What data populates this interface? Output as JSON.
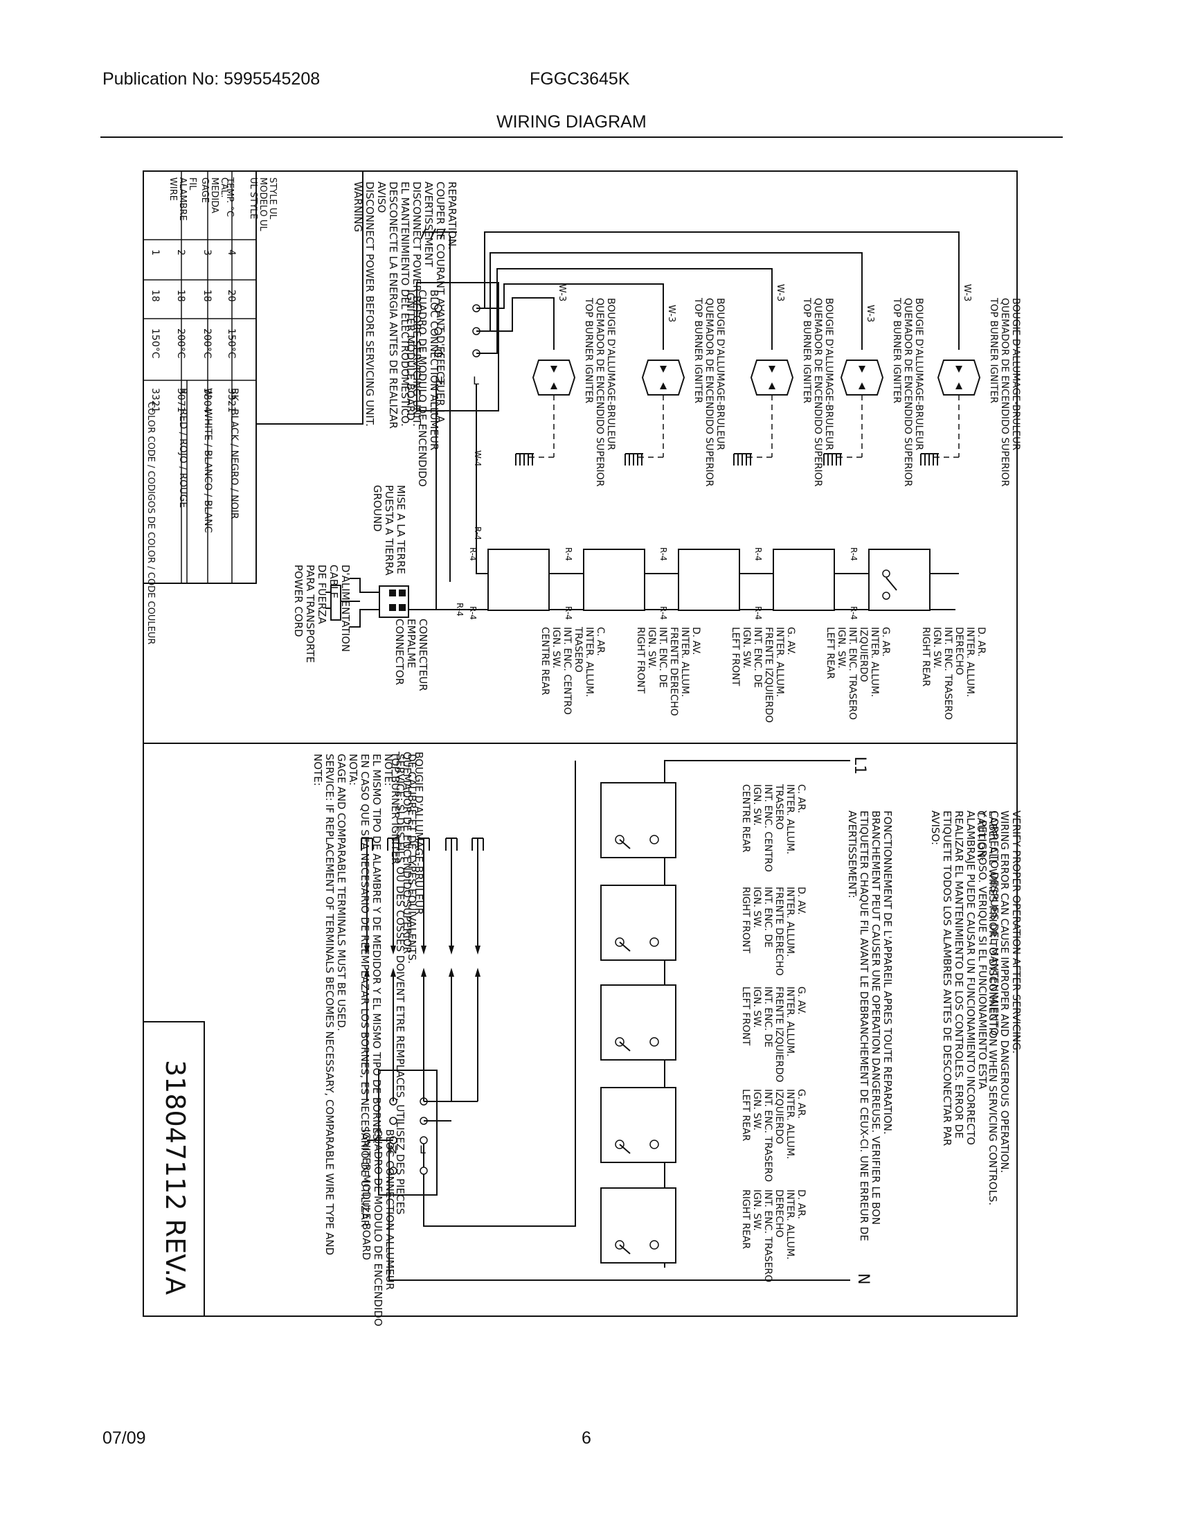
{
  "header": {
    "publication": "Publication No: 5995545208",
    "model": "FGGC3645K",
    "title": "WIRING DIAGRAM"
  },
  "footer": {
    "date": "07/09",
    "page": "6"
  },
  "warning": {
    "lines": [
      "WARNING",
      "DISCONNECT POWER BEFORE SERVICING UNIT.",
      "AVISO",
      "DESCONECTE LA ENERGIA ANTES DE REALIZAR",
      "EL MANTENIMIENTO DEL ELECTRODOMESTICO.",
      "DISCONNECT POWER BEFORE SERVICING UNIT.",
      "AVERTISSEMENT",
      "COUPER LE COURANT AVANT D'EFFECTUER LA",
      "REPARATION."
    ]
  },
  "wire_table": {
    "headers": [
      "WIRE\nALAMBRE\nFIL",
      "GAGE\nMEDIDA\nCAL.",
      "TEMP. °C",
      "UL STYLE\nMODELO UL\nSTYLE UL"
    ],
    "rows": [
      [
        "4",
        "20",
        "150°C",
        "3321"
      ],
      [
        "3",
        "18",
        "200°C",
        "3304"
      ],
      [
        "2",
        "18",
        "200°C",
        "3071"
      ],
      [
        "1",
        "18",
        "150°C",
        "3321"
      ]
    ],
    "color_title": "COLOR CODE / CODIGOS DE COLOR / CODE COULEUR",
    "colors": [
      [
        "BK",
        "BLACK / NEGRO / NOIR"
      ],
      [
        "W",
        "WHITE / BLANCO / BLANC"
      ],
      [
        "R",
        "RED / ROJO / ROUGE"
      ]
    ]
  },
  "igniter_label": "TOP BURNER IGNITER\nQUEMADOR DE ENCENDIDO SUPERIOR\nBOUGIE D'ALLUMAGE-BRULEUR",
  "wire_codes": {
    "w3": "W-3",
    "w4": "W-4",
    "r4": "R-4"
  },
  "module_label": "IGNITER MODULE BOARD\nCUADRO DE MODULO DE ENCENDIDO\nBLOC CONNECTION ALLUMEUR",
  "module_pins": {
    "l": "L",
    "n": "N"
  },
  "ground_label": "GROUND\nPUESTA A TIERRA\nMISE A LA TERRE",
  "power_cord_label": "POWER CORD\nPARA TRANSPORTE\nDE FUERZA\nCABLE\nD'ALIMENTATION",
  "connector_label": "CONNECTOR\nEMPALME\nCONNECTEUR",
  "switches": [
    "RIGHT REAR\nIGN. SW.\nINT. ENC. TRASERO\nDERECHO\nINTER. ALLUM.\nD. AR.",
    "LEFT REAR\nIGN. SW.\nINT. ENC. TRASERO\nIZQUIERDO\nINTER. ALLUM.\nG. AR.",
    "LEFT FRONT\nIGN. SW.\nINT. ENC. DE\nFRENTE IZQUIERDO\nINTER. ALLUM.\nG. AV.",
    "RIGHT FRONT\nIGN. SW.\nINT. ENC. DE\nFRENTE DERECHO\nINTER. ALLUM.\nD. AV.",
    "CENTRE REAR\nIGN. SW.\nINT. ENC. CENTRO\nTRASERO\nINTER. ALLUM.\nC. AR."
  ],
  "caution": {
    "title": "CAUTION:",
    "lines": [
      "LABEL ALL WIRES PRIOR TO DISCONNECTION WHEN SERVICING CONTROLS.",
      "WIRING ERROR CAN CAUSE IMPROPER AND DANGEROUS OPERATION.",
      "VERIFY PROPER OPERATION AFTER SERVICING."
    ]
  },
  "aviso": {
    "title": "AVISO:",
    "lines": [
      "ETIQUETE TODOS LOS ALAMBRES ANTES DE DESCONECTAR PAR",
      "REALIZAR EL MANTENIMIENTO DE LOS CONTROLES. ERROR DE",
      "ALAMBRAJE PUEDE CAUSAR UN FUNCIONAMIENTO INCORRECTO",
      "Y PELIGROSO. VERIQUE SI EL FUNCIONAMIENTO ESTA",
      "CORRECTO DESPUES DEL MANTENIMIENTO."
    ]
  },
  "avertissement": {
    "title": "AVERTISSEMENT:",
    "lines": [
      "ETIQUETER CHAQUE FIL AVANT LE DEBRANCHEMENT DE CEUX-CI. UNE ERREUR DE",
      "BRANCHEMENT PEUT CAUSER UNE OPERATION DANGEREUSE. VERIFIER LE BON",
      "FONCTIONNEMENT DE L'APPAREIL APRES TOUTE REPARATION."
    ]
  },
  "lines_labels": {
    "l1": "L1",
    "n": "N"
  },
  "note": {
    "lines": [
      "NOTE:",
      "SERVICE: IF REPLACEMENT OF TERMINALS BECOMES NECESSARY, COMPARABLE WIRE TYPE AND",
      "GAGE AND COMPARABLE TERMINALS MUST BE USED.",
      "NOTA:",
      "EN CASO QUE SEA NECESARIO DE REEMPLAZAR LOS BORNES, ES NECESARIO DE UTILIZAR",
      "EL MISMO TIPO DE ALAMBRE Y DE MEDIDOR Y EL MISMO TIPO DE BORNES.",
      "NOTE:",
      "SERVICE: SI DES FILS OU DES COSSES DOIVENT ETRE REMPLACES, UTILISEZ DES PIECES",
      "DE CALIBRE ET DE TYPES EQUIVALENTS."
    ]
  },
  "part_number": "318047112 REV.A"
}
